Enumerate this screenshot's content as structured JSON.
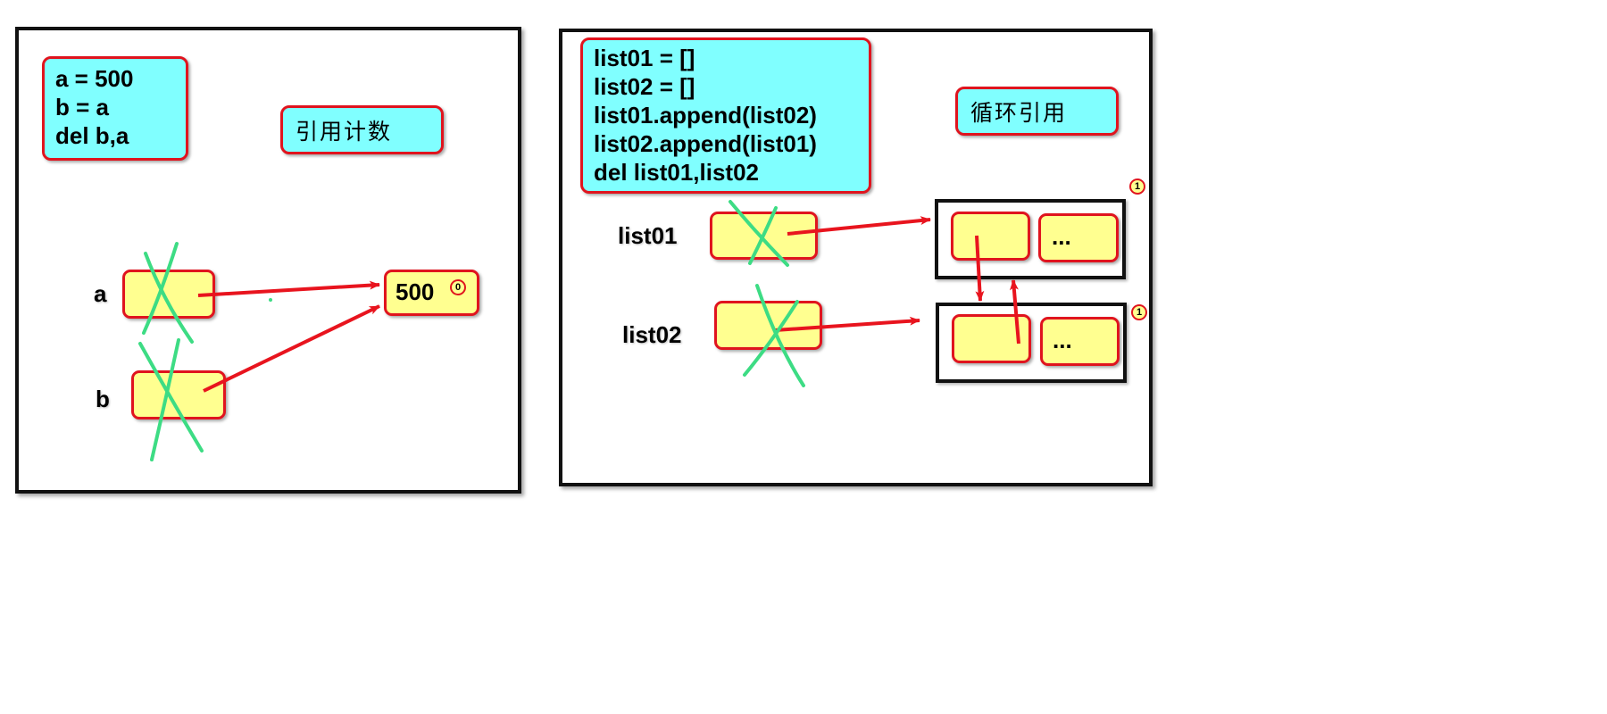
{
  "left_panel": {
    "code_lines": [
      "a = 500",
      "b = a",
      "del b,a"
    ],
    "title": "引用计数",
    "var_a": "a",
    "var_b": "b",
    "object_value": "500",
    "object_refcount": "0"
  },
  "right_panel": {
    "code_lines": [
      "list01 = []",
      "list02 = []",
      "list01.append(list02)",
      "list02.append(list01)",
      "del list01,list02"
    ],
    "title": "循环引用",
    "var_list01": "list01",
    "var_list02": "list02",
    "list01_refcount": "1",
    "list02_refcount": "1",
    "ellipsis_top": "...",
    "ellipsis_bottom": "..."
  },
  "colors": {
    "cyan_fill": "#80ffff",
    "yellow_fill": "#ffff90",
    "red_border": "#e0141e",
    "green_cross": "#3ddc84",
    "arrow": "#e8141e"
  }
}
